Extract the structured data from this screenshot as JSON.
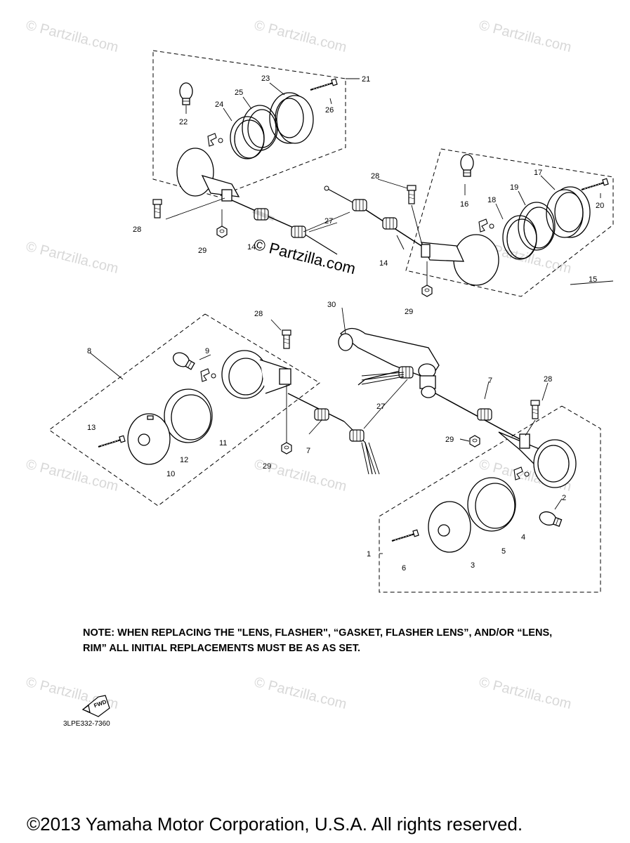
{
  "watermark": "© Partzilla.com",
  "center_watermark": "© Partzilla.com",
  "note": "NOTE: WHEN REPLACING THE  \"LENS, FLASHER\", “GASKET, FLASHER LENS”, AND/OR “LENS, RIM” ALL INITIAL REPLACEMENTS MUST BE AS AS SET.",
  "fwd_label": "FWD",
  "diagram_code": "3LPE332-7360",
  "copyright": "©2013  Yamaha Motor Corporation, U.S.A. All rights reserved.",
  "callouts": {
    "c1": "1",
    "c2": "2",
    "c3": "3",
    "c4": "4",
    "c5": "5",
    "c6": "6",
    "c7a": "7",
    "c7b": "7",
    "c8": "8",
    "c9": "9",
    "c10": "10",
    "c11": "11",
    "c12": "12",
    "c13": "13",
    "c14a": "14",
    "c14b": "14",
    "c15": "15",
    "c16": "16",
    "c17": "17",
    "c18": "18",
    "c19": "19",
    "c20": "20",
    "c21": "21",
    "c22": "22",
    "c23": "23",
    "c24": "24",
    "c25": "25",
    "c26": "26",
    "c27a": "27",
    "c27b": "27",
    "c28a": "28",
    "c28b": "28",
    "c28c": "28",
    "c28d": "28",
    "c29a": "29",
    "c29b": "29",
    "c29c": "29",
    "c29d": "29",
    "c30": "30"
  }
}
